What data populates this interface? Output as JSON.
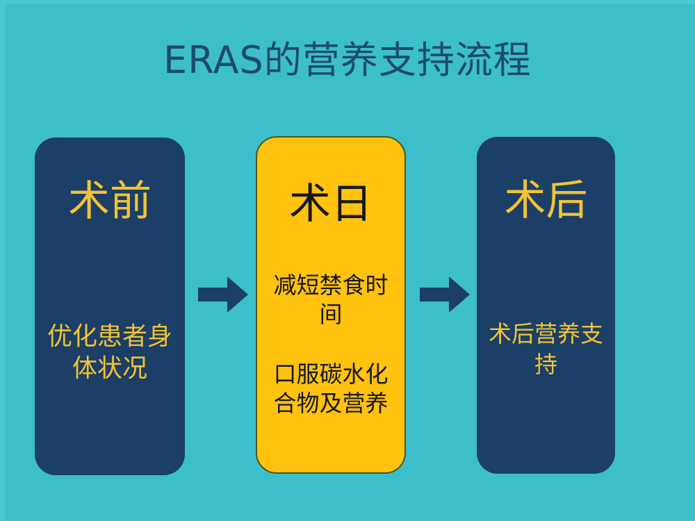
{
  "slide": {
    "title": "ERAS的营养支持流程",
    "background_color": "#3cbfcb",
    "title_color": "#1c4b6d"
  },
  "cards": [
    {
      "id": "pre-op",
      "heading": "术前",
      "body": [
        "优化患者身体状况"
      ],
      "fill_color": "#1b3f66",
      "text_color": "#f2c335"
    },
    {
      "id": "day-of-op",
      "heading": "术日",
      "body": [
        "减短禁食时间",
        "口服碳水化合物及营养"
      ],
      "fill_color": "#ffc20e",
      "text_color": "#171717",
      "border_color": "#4a5718"
    },
    {
      "id": "post-op",
      "heading": "术后",
      "body": [
        "术后营养支持"
      ],
      "fill_color": "#1b3f66",
      "text_color": "#f2c335"
    }
  ],
  "arrows": [
    {
      "id": "arrow-pre-to-day",
      "direction": "right",
      "color": "#1b3f66"
    },
    {
      "id": "arrow-day-to-post",
      "direction": "right",
      "color": "#1b3f66"
    }
  ]
}
